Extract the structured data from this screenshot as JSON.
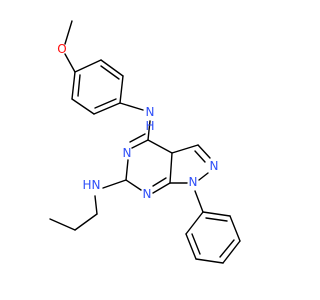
{
  "molecule": {
    "colors": {
      "carbon_bond": "#000000",
      "nitrogen": "#3050f8",
      "oxygen": "#ff0d0d"
    },
    "atoms": {
      "o_methoxy": "O",
      "n_aniline": "N",
      "h_aniline": "H",
      "n_pyrimidine_top": "N",
      "n_pyrazole_2": "N",
      "n_pyrazole_1": "N",
      "n_pyrimidine_bottom": "N",
      "n_propylamine": "N",
      "h_propylamine": "H"
    }
  }
}
